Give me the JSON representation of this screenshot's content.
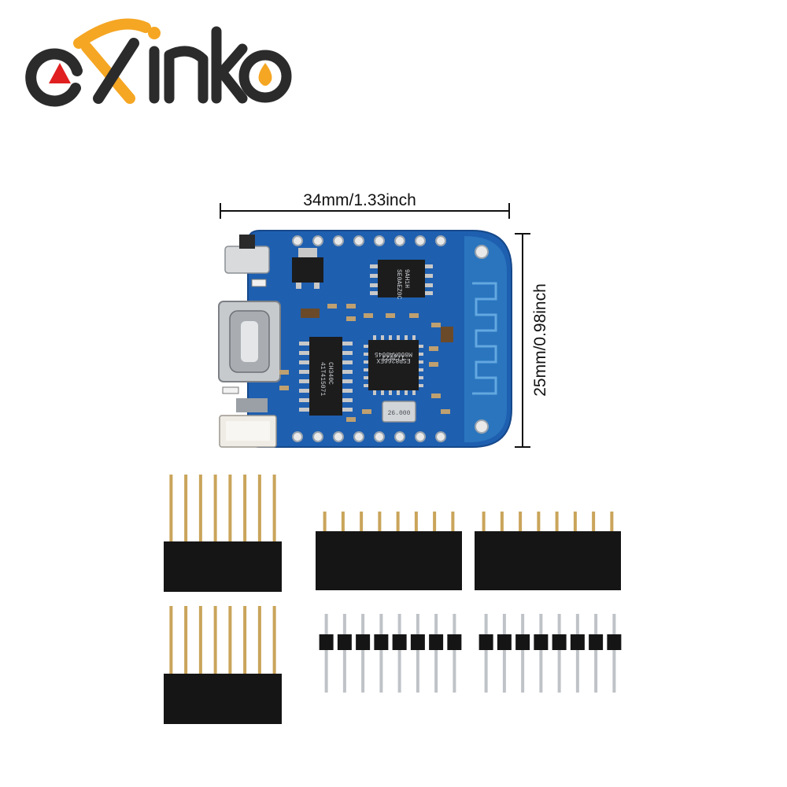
{
  "brand": {
    "logo_text": "eXinko",
    "colors": {
      "dark": "#2b2b2b",
      "accent": "#f5a623",
      "red": "#e02020"
    }
  },
  "dimensions": {
    "width_label": "34mm/1.33inch",
    "height_label": "25mm/0.98inch"
  },
  "board": {
    "pcb_color": "#1e5fb0",
    "usb_connector": "USB Type-C",
    "chips": [
      {
        "name": "mcu",
        "lines": [
          "ESP8266EX",
          "172023",
          "M800MA0045"
        ]
      },
      {
        "name": "usb-serial",
        "lines": [
          "CH340C",
          "41T415071"
        ]
      },
      {
        "name": "flash",
        "lines": [
          "9AH1H",
          "SE0AEZ0C"
        ]
      },
      {
        "name": "crystal",
        "lines": [
          "26.000"
        ]
      }
    ]
  },
  "headers": {
    "female_headers": 4,
    "male_headers": 2,
    "pins_per_header": 8,
    "pin_color": "#c9a45a"
  }
}
